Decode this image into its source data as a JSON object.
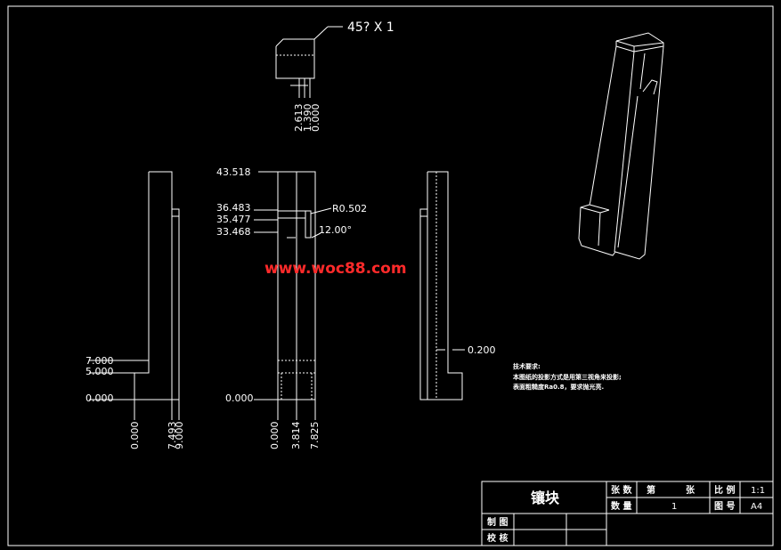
{
  "chamfer_note": "45? X  1",
  "top_view_dims": [
    "2.613",
    "1.390",
    "0.000"
  ],
  "front_dims": {
    "heights": [
      "43.518",
      "36.483",
      "35.477",
      "33.468",
      "0.000"
    ],
    "radius": "R0.502",
    "angle": "12.00°",
    "widths": [
      "0.000",
      "3.814",
      "7.825"
    ]
  },
  "left_dims": {
    "heights": [
      "7.000",
      "5.000",
      "0.000"
    ],
    "widths": [
      "0.000",
      "7.493",
      "9.000"
    ]
  },
  "side_dim": "0.200",
  "watermark": "www.woc88.com",
  "tech_notes": {
    "title": "技术要求:",
    "line1": "本图纸的投影方式是用第三视角来投影;",
    "line2": "表面粗糙度Ra0.8，要求抛光亮."
  },
  "title_block": {
    "part_name": "镶块",
    "sheets_label": "张 数",
    "sheet_no_label": "第",
    "sheet_unit": "张",
    "scale_label": "比 例",
    "scale_value": "1:1",
    "qty_label": "数 量",
    "qty_value": "1",
    "drawing_no_label": "图 号",
    "drawing_no_value": "A4",
    "drawn_label": "制 图",
    "checked_label": "校 核"
  }
}
